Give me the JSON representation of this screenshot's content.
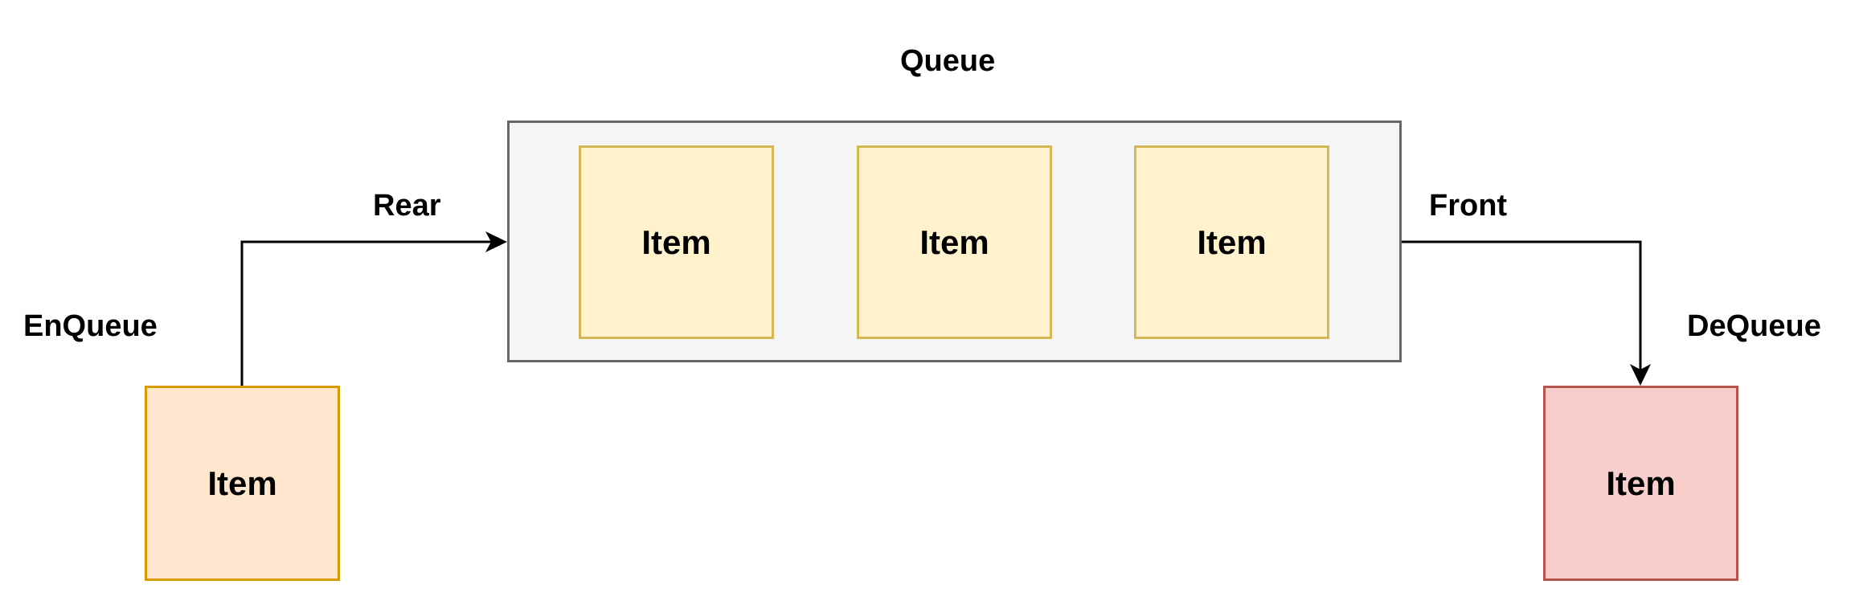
{
  "diagram": {
    "title": "Queue",
    "rear_label": "Rear",
    "front_label": "Front",
    "enqueue_label": "EnQueue",
    "dequeue_label": "DeQueue",
    "queue_items": [
      {
        "label": "Item"
      },
      {
        "label": "Item"
      },
      {
        "label": "Item"
      }
    ],
    "enqueue_item": {
      "label": "Item"
    },
    "dequeue_item": {
      "label": "Item"
    }
  },
  "colors": {
    "queue_fill": "#f5f5f5",
    "queue_border": "#666666",
    "queue_item_fill": "#fff2cc",
    "queue_item_border": "#d6b656",
    "enqueue_fill": "#ffe6cc",
    "enqueue_border": "#d79b00",
    "dequeue_fill": "#f8cecc",
    "dequeue_border": "#b85450",
    "connector": "#000000"
  }
}
